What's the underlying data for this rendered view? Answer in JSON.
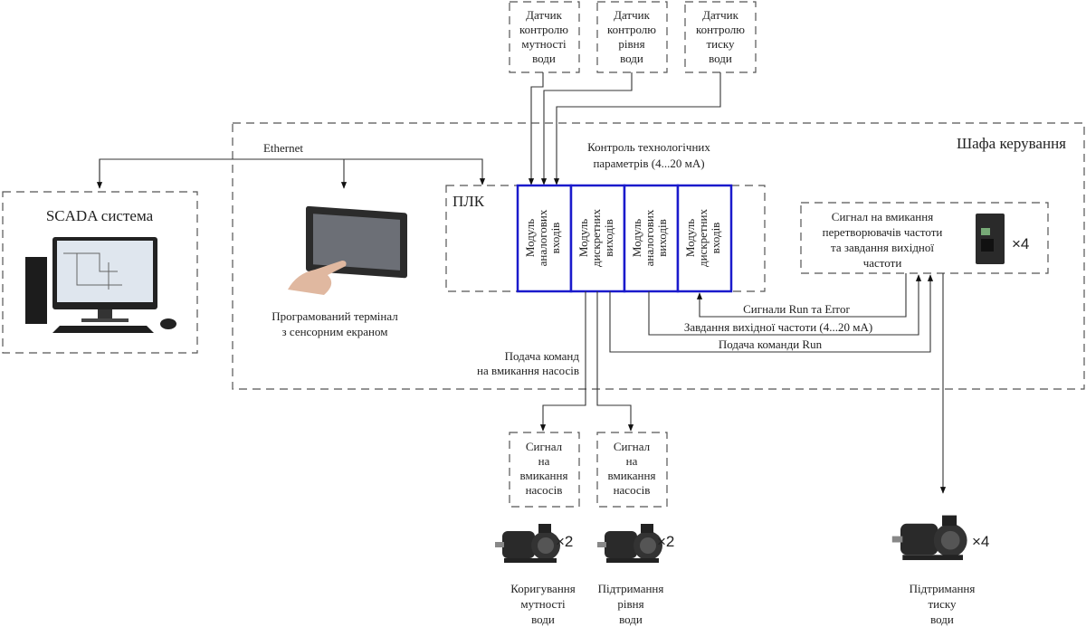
{
  "colors": {
    "module_border": "#1a1acc",
    "lines": "#333333"
  },
  "sensors": [
    {
      "lines": [
        "Датчик",
        "контролю",
        "мутності",
        "води"
      ]
    },
    {
      "lines": [
        "Датчик",
        "контролю",
        "рівня",
        "води"
      ]
    },
    {
      "lines": [
        "Датчик",
        "контролю",
        "тиску",
        "води"
      ]
    }
  ],
  "cabinet_label": "Шафа керування",
  "ethernet_label": "Ethernet",
  "scada_label": "SCADA система",
  "terminal_label": [
    "Програмований термінал",
    "з сенсорним екраном"
  ],
  "plc_label": "ПЛК",
  "control_label": [
    "Контроль технологічних",
    "параметрів (4...20 мА)"
  ],
  "modules": [
    {
      "lines": [
        "Модуль",
        "аналогових",
        "входів"
      ]
    },
    {
      "lines": [
        "Модуль",
        "дискретних",
        "виходів"
      ]
    },
    {
      "lines": [
        "Модуль",
        "аналогових",
        "виходів"
      ]
    },
    {
      "lines": [
        "Модуль",
        "дискретних",
        "входів"
      ]
    }
  ],
  "vfd_box": {
    "lines": [
      "Сигнал на вмикання",
      "перетворювачів частоти",
      "та завдання вихідної",
      "частоти"
    ],
    "count": "×4"
  },
  "signals": {
    "run_error": "Сигнали Run та Error",
    "freq": "Завдання вихідної частоти (4...20 мА)",
    "run": "Подача команди Run",
    "pumps_cmd": [
      "Подача команд",
      "на вмикання насосів"
    ]
  },
  "pump_boxes": [
    {
      "lines": [
        "Сигнал",
        "на",
        "вмикання",
        "насосів"
      ]
    },
    {
      "lines": [
        "Сигнал",
        "на",
        "вмикання",
        "насосів"
      ]
    }
  ],
  "pumps": [
    {
      "count": "×2",
      "lines": [
        "Коригування",
        "мутності",
        "води"
      ]
    },
    {
      "count": "×2",
      "lines": [
        "Підтримання",
        "рівня",
        "води"
      ]
    },
    {
      "count": "×4",
      "lines": [
        "Підтримання",
        "тиску",
        "води"
      ]
    }
  ]
}
